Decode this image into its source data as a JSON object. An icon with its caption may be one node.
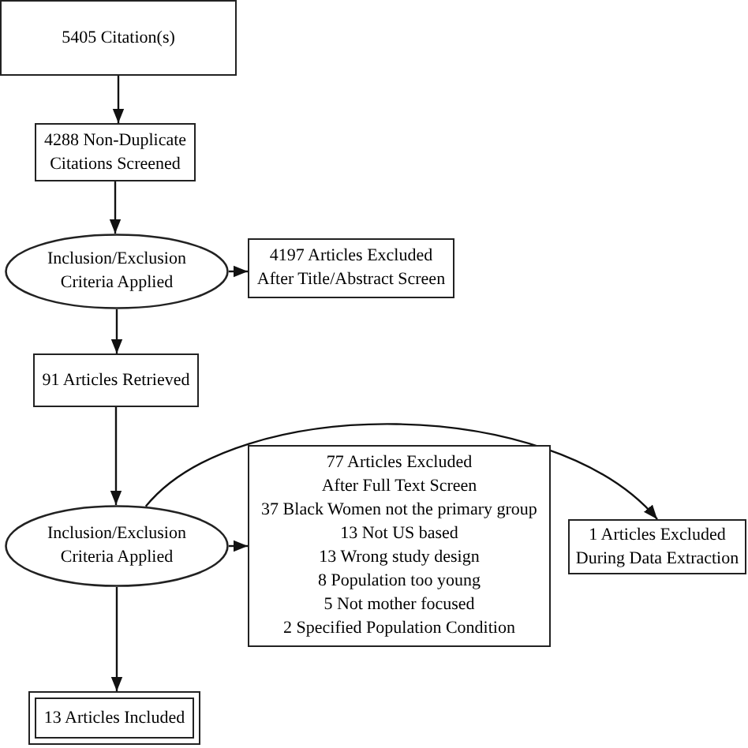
{
  "diagram": {
    "nodes": [
      {
        "text": [
          "5405 Citation(s)"
        ]
      },
      {
        "text": [
          "4288 Non-Duplicate Citations Screened"
        ]
      },
      {
        "text": [
          "Inclusion/Exclusion Criteria Applied"
        ]
      },
      {
        "text": [
          "4197 Articles Excluded After Title/Abstract Screen"
        ]
      },
      {
        "text": [
          "91 Articles Retrieved"
        ]
      },
      {
        "text": [
          "Inclusion/Exclusion Criteria Applied"
        ]
      },
      {
        "text": [
          "77 Articles Excluded After Full Text Screen",
          "37 Black Women not the primary group",
          "13 Not US based",
          "13 Wrong study design",
          "8 Population too young",
          "5 Not mother focused",
          "2 Specified Population Condition"
        ]
      },
      {
        "text": [
          "1 Articles Excluded During Data Extraction"
        ]
      },
      {
        "text": [
          "13 Articles Included"
        ]
      }
    ],
    "edges": [
      {
        "from": 0,
        "to": 1,
        "arrow": "to"
      },
      {
        "from": 1,
        "to": 2,
        "arrow": "to"
      },
      {
        "from": 2,
        "to": 3,
        "arrow": "to"
      },
      {
        "from": 2,
        "to": 4,
        "arrow": "to"
      },
      {
        "from": 4,
        "to": 5,
        "arrow": "to"
      },
      {
        "from": 5,
        "to": 6,
        "arrow": "to"
      },
      {
        "from": 5,
        "to": 7,
        "arrow": "to"
      },
      {
        "from": 5,
        "to": 8,
        "arrow": "to"
      }
    ]
  }
}
